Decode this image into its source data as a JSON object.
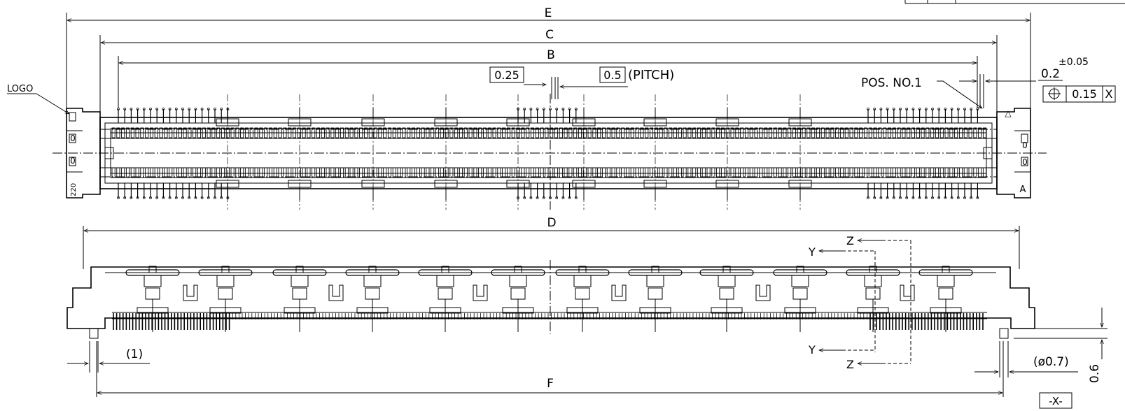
{
  "dimensions": {
    "E": "E",
    "C": "C",
    "B": "B",
    "D": "D",
    "F": "F"
  },
  "pitch": {
    "half_box": "0.25",
    "pitch_box": "0.5",
    "pitch_label": "(PITCH)"
  },
  "position_note": "POS. NO.1",
  "logo_label": "LOGO",
  "pin_count_marker": "220",
  "tolerance": {
    "value": "0.2",
    "plus_minus": "±0.05",
    "position_symbol": "⌖",
    "frame_value": "0.15",
    "datum": "X"
  },
  "corner_marks": {
    "triangle": "△",
    "letter_a": "A",
    "zero": "0"
  },
  "section_labels": {
    "y": "Y",
    "z": "Z"
  },
  "bottom_view": {
    "dim_1": "(1)",
    "diameter": "(ø0.7)",
    "height": "0.6",
    "datum_box": "-X-"
  }
}
